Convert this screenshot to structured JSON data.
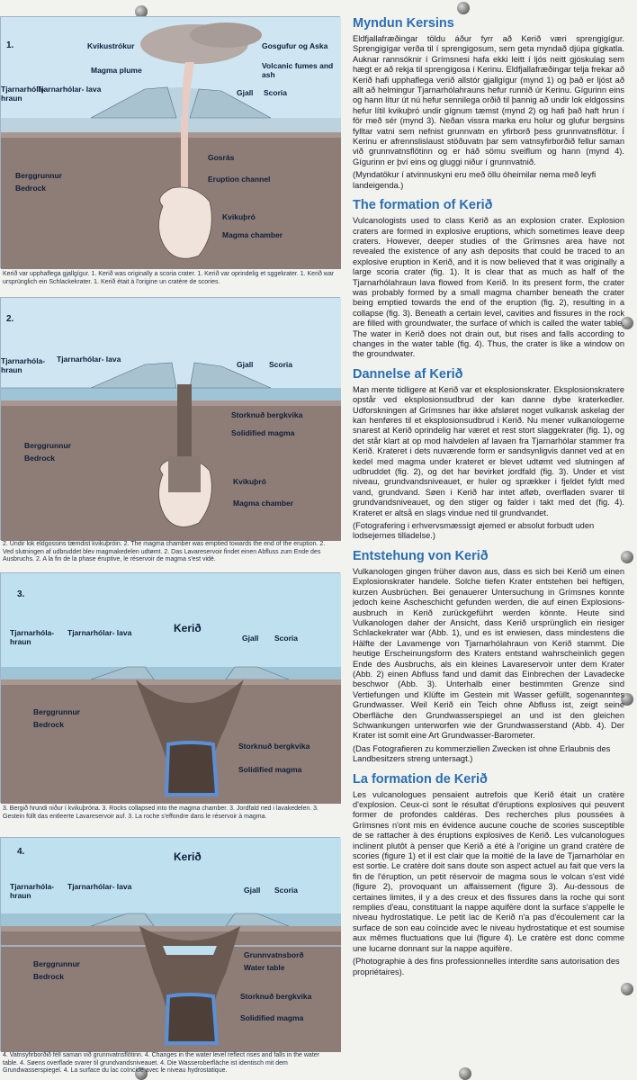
{
  "panels": [
    {
      "number": "1.",
      "labels": {
        "kvikustrokur": "Kvikustrókur",
        "magma_plume": "Magma plume",
        "gosgufur": "Gosgufur og Aska",
        "volcanic_fumes": "Volcanic fumes and ash",
        "tjarnarhola_hraun": "Tjarnarhóla- hraun",
        "tjarnarholar_lava": "Tjarnarhólar- lava",
        "gjall": "Gjall",
        "scoria": "Scoria",
        "gosras": "Gosrás",
        "eruption_channel": "Eruption channel",
        "berggrunnur": "Berggrunnur",
        "bedrock": "Bedrock",
        "kvikuthro": "Kvikuþró",
        "magma_chamber": "Magma chamber"
      },
      "caption": "Kerið var upphaflega gjallgígur. 1. Kerið was originally a scoria crater. 1. Kerið var oprindelig et sggekrater. 1. Kerið war ursprünglich ein Schlackekrater. 1. Kerið était à l'origine un cratère de scories."
    },
    {
      "number": "2.",
      "labels": {
        "tjarnarhola_hraun": "Tjarnarhóla- hraun",
        "tjarnarholar_lava": "Tjarnarhólar- lava",
        "gjall": "Gjall",
        "scoria": "Scoria",
        "storknud": "Storknuð bergkvika",
        "solidified": "Solidified magma",
        "berggrunnur": "Berggrunnur",
        "bedrock": "Bedrock",
        "kvikuthro": "Kvikuþró",
        "magma_chamber": "Magma chamber"
      },
      "caption": "2. Undir lok eldgossins tæmdist kvikuþróin. 2. The magma chamber was emptied towards the end of the eruption. 2. Ved slutningen af udbruddet blev magmakedelen udtømt. 2. Das Lavareservoir findet einen Abfluss zum Ende des Ausbruchs. 2. A la fin de la phase éruptive, le réservoir de magma s'est vidé."
    },
    {
      "number": "3.",
      "labels": {
        "kerid": "Kerið",
        "tjarnarhola_hraun": "Tjarnarhóla- hraun",
        "tjarnarholar_lava": "Tjarnarhólar- lava",
        "gjall": "Gjall",
        "scoria": "Scoria",
        "berggrunnur": "Berggrunnur",
        "bedrock": "Bedrock",
        "storknud": "Storknuð bergkvika",
        "solidified": "Solidified magma"
      },
      "caption": "3. Bergið hrundi niður í kvikuþróna. 3. Rocks collapsed into the magma chamber. 3. Jordfald ned i lavakedelen. 3. Gestein füllt das entleerte Lavareservoir auf. 3. La roche s'effondre dans le réservoir à magma."
    },
    {
      "number": "4.",
      "labels": {
        "kerid": "Kerið",
        "tjarnarhola_hraun": "Tjarnarhóla- hraun",
        "tjarnarholar_lava": "Tjarnarhólar- lava",
        "gjall": "Gjall",
        "scoria": "Scoria",
        "berggrunnur": "Berggrunnur",
        "bedrock": "Bedrock",
        "grunnvatnsbord": "Grunnvatnsborð",
        "water_table": "Water table",
        "storknud": "Storknuð bergkvika",
        "solidified": "Solidified magma"
      },
      "caption": "4. Vatnsyfirborðið féll saman við grunnvatnsflötinn. 4. Changes in the water level reflect rises and falls in the water table. 4. Søens overflade svarer til grundvandsniveauet. 4. Die Wasseroberfläche ist identisch mit dem Grundwasserspiegel. 4. La surface du lac coïncide avec le niveau hydrostatique."
    }
  ],
  "sections": [
    {
      "title": "Myndun Kersins",
      "body": "Eldfjallafræðingar töldu áður fyrr að Kerið væri sprengigígur. Sprengigígar verða til í sprengigosum, sem geta myndað djúpa gígkatla. Auknar rannsóknir í Grímsnesi hafa ekki leitt í ljós neitt gjóskulag sem hægt er að rekja til sprengigosa í Kerinu. Eldfjallafræðingar telja frekar að Kerið hafi upphaflega verið allstór gjallgígur (mynd 1) og það er ljóst að allt að helmingur Tjarnarhólahrauns hefur runnið úr Kerinu. Gígurinn eins og hann lítur út nú hefur sennilega orðið til þannig að undir lok eldgossins hefur lítil kvikuþró undir gígnum tæmst (mynd 2) og hafi það haft hrun í för með sér (mynd 3). Neðan vissra marka eru holur og glufur bergsins fylltar vatni sem nefnist grunnvatn en yfirborð þess grunnvatnsflötur. Í Kerinu er afrennslislaust stöðuvatn þar sem vatnsyfirborðið fellur saman við grunnvatnsflötinn og er háð sömu sveiflum og hann (mynd 4). Gígurinn er því eins og gluggi niður í grunnvatnið.",
      "note": "(Myndatökur í atvinnuskyni eru með öllu óheimilar nema með leyfi landeigenda.)"
    },
    {
      "title": "The formation of Kerið",
      "body": "Vulcanologists used to class Kerið as an explosion crater. Explosion craters are formed in explosive eruptions, which sometimes leave deep craters. However, deeper studies of the Grímsnes area have not revealed the existence of any ash deposits that could be traced to an explosive eruption in Kerið, and it is now believed that it was originally a large scoria crater (fig. 1). It is clear that as much as half of the Tjarnarhólahraun lava flowed from Kerið. In its present form, the crater was probably formed by a small magma chamber beneath the crater being emptied towards the end of the eruption (fig. 2), resulting in a collapse (fig. 3). Beneath a certain level, cavities and fissures in the rock are filled with groundwater, the surface of which is called the water table. The water in Kerið does not drain out, but rises and falls according to changes in the water table (fig. 4). Thus, the crater is like a window on the groundwater.",
      "note": ""
    },
    {
      "title": "Dannelse af Kerið",
      "body": "Man mente tidligere at Kerið var et eksplosionskrater. Eksplosionskratere opstår ved eksplosionsudbrud der kan danne dybe kraterkedler. Udforskningen af Grímsnes har ikke afsløret noget vulkansk askelag der kan henføres til et eksplosionsudbrud i Kerið. Nu mener vulkanologerne snarest at Kerið oprindelig har været et rest stort slaggekrater (fig. 1), og det står klart at op mod halvdelen af lavaen fra Tjarnarhólar stammer fra Kerið. Krateret i dets nuværende form er sandsynligvis dannet ved at en kedel med magma under krateret er blevet udtømt ved slutningen af udbruddet (fig. 2), og det har bevirket jordfald (fig. 3). Under et vist niveau, grundvandsniveauet, er huler og sprækker i fjeldet fyldt med vand, grundvand. Søen i Kerið har intet afløb, overfladen svarer til grundvandsniveauet, og den stiger og falder i takt med det (fig. 4). Krateret er altså en slags vindue ned til grundvandet.",
      "note": "(Fotografering i erhvervsmæssigt øjemed er absolut forbudt uden lodsejernes tilladelse.)"
    },
    {
      "title": "Entstehung von Kerið",
      "body": "Vulkanologen gingen früher davon aus, dass es sich bei Kerið um einen Explosionskrater handele. Solche tiefen Krater entstehen bei heftigen, kurzen Ausbrüchen. Bei genauerer Untersuchung in Grímsnes konnte jedoch keine Ascheschicht gefunden werden, die auf einen Explosions-ausbruch in Kerið zurückgeführt werden könnte. Heute sind Vulkanologen daher der Ansicht, dass Kerið ursprünglich ein riesiger Schlackekrater war (Abb. 1), und es ist erwiesen, dass mindestens die Hälfte der Lavamenge von Tjarnarhólahraun von Kerið stammt. Die heutige Erscheinungsform des Kraters entstand wahrscheinlich gegen Ende des Ausbruchs, als ein kleines Lavareservoir unter dem Krater (Abb. 2) einen Abfluss fand und damit das Einbrechen der Lavadecke beschwor (Abb. 3). Unterhalb einer bestimmten Grenze sind Vertiefungen und Klüfte im Gestein mit Wasser gefüllt, sogenanntes Grundwasser. Weil Kerið ein Teich ohne Abfluss ist, zeigt seine Oberfläche den Grundwasserspiegel an und ist den gleichen Schwankungen unterworfen wie der Grundwasserstand (Abb. 4). Der Krater ist somit eine Art Grundwasser-Barometer.",
      "note": "(Das Fotografieren zu kommerziellen Zwecken ist ohne Erlaubnis des Landbesitzers streng untersagt.)"
    },
    {
      "title": "La formation de Kerið",
      "body": "Les vulcanologues pensaient autrefois que Kerið était un cratère d'explosion. Ceux-ci sont le résultat d'éruptions explosives qui peuvent former de profondes caldéras. Des recherches plus poussées à Grímsnes n'ont mis en évidence aucune couche de scories susceptible de se rattacher à des éruptions explosives de Kerið. Les vulcanologues inclinent plutôt à penser que Kerið a été à l'origine un grand cratère de scories (figure 1) et il est clair que la moitié de la lave de Tjarnarhólar en est sortie. Le cratère doit sans doute son aspect actuel au fait que vers la fin de l'éruption, un petit réservoir de magma sous le volcan s'est vidé (figure 2), provoquant un affaissement (figure 3). Au-dessous de certaines limites, il y a des creux et des fissures dans la roche qui sont remplies d'eau, constituant la nappe aquifère dont la surface s'appelle le niveau hydrostatique. Le petit lac de Kerið n'a pas d'écoulement car la surface de son eau coïncide avec le niveau hydrostatique et est soumise aux mêmes fluctuations que lui (figure 4). Le cratère est donc comme une lucarne donnant sur la nappe aquifère.",
      "note": "(Photographie à des fins professionnelles interdite sans autorisation des propriétaires)."
    }
  ]
}
